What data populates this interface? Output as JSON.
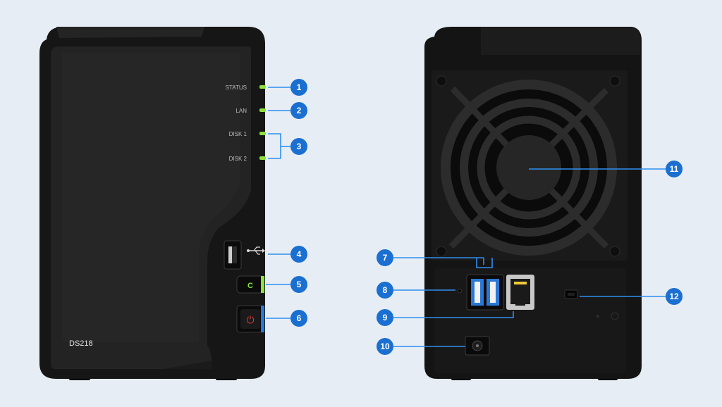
{
  "front": {
    "model": "DS218",
    "leds": [
      {
        "label": "STATUS"
      },
      {
        "label": "LAN"
      },
      {
        "label": "DISK 1"
      },
      {
        "label": "DISK 2"
      }
    ],
    "copy_button_glyph": "C",
    "power_button_glyph": "⏻"
  },
  "callouts": [
    "1",
    "2",
    "3",
    "4",
    "5",
    "6",
    "7",
    "8",
    "9",
    "10",
    "11",
    "12"
  ],
  "icons": {
    "usb": "usb-icon",
    "power": "power-icon",
    "copy": "copy-icon",
    "lan": "ethernet-port-icon",
    "fan": "fan-icon",
    "security": "kensington-lock-icon",
    "dc_in": "dc-power-port-icon",
    "reset": "reset-button-icon"
  },
  "colors": {
    "background": "#e7edf4",
    "device": "#141414",
    "callout": "#1a6fd1",
    "led_green": "#8be23c",
    "power_red": "#e23b3b",
    "usb_blue": "#2a78d6",
    "accent_blue": "#2f8ff0"
  }
}
